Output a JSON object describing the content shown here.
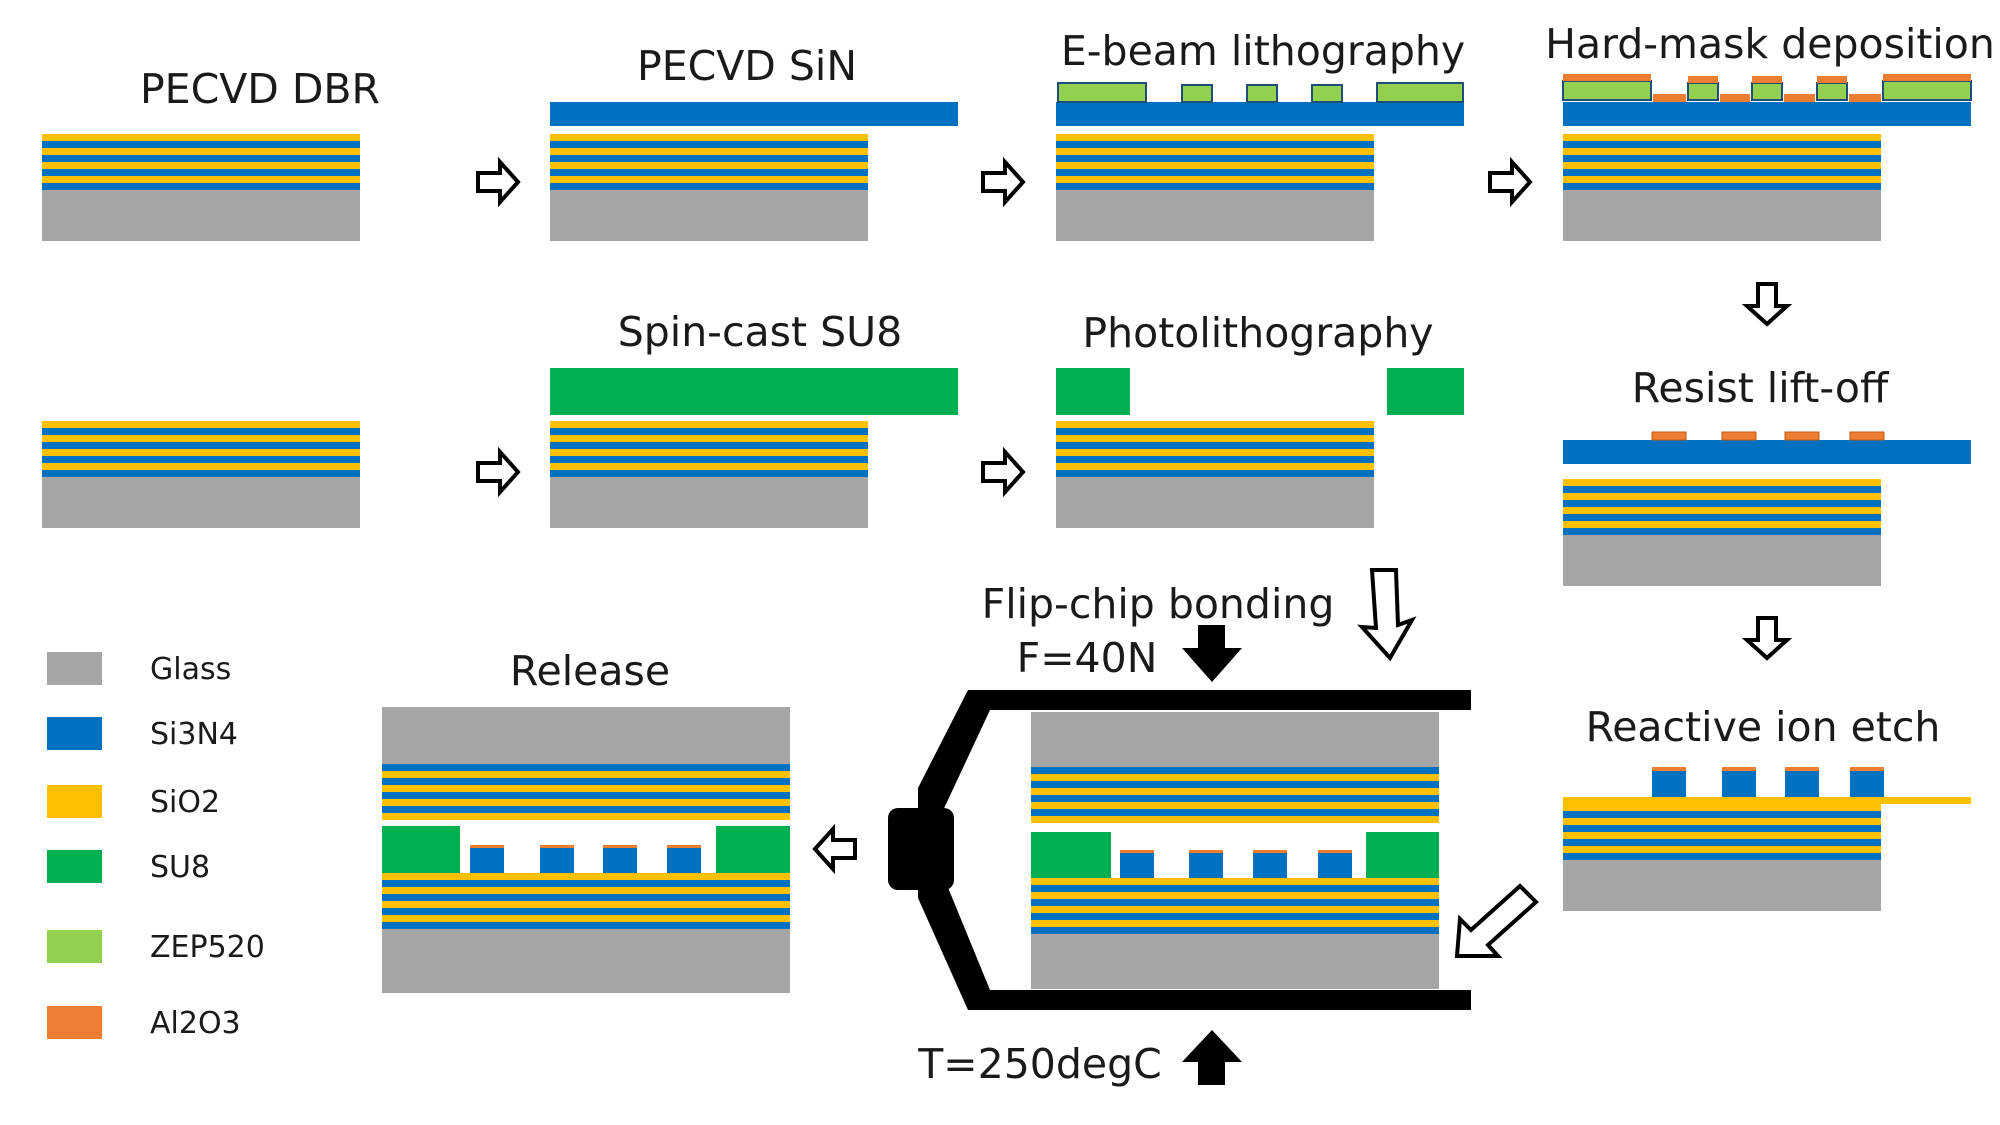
{
  "steps": {
    "pecvd_dbr": "PECVD DBR",
    "pecvd_sin": "PECVD SiN",
    "ebeam_litho": "E-beam lithography",
    "hardmask": "Hard-mask deposition",
    "resist_liftoff": "Resist lift-off",
    "reactive_ion_etch": "Reactive ion etch",
    "spin_cast": "Spin-cast SU8",
    "photolitho": "Photolithography",
    "flip_chip": "Flip-chip bonding",
    "release": "Release"
  },
  "conditions": {
    "force": "F=40N",
    "temperature": "T=250degC"
  },
  "legend": [
    {
      "label": "Glass",
      "color": "#a6a6a6"
    },
    {
      "label": "Si3N4",
      "color": "#0070c0"
    },
    {
      "label": "SiO2",
      "color": "#ffc000"
    },
    {
      "label": "SU8",
      "color": "#00b050"
    },
    {
      "label": "ZEP520",
      "color": "#92d050"
    },
    {
      "label": "Al2O3",
      "color": "#ed7d31"
    }
  ]
}
